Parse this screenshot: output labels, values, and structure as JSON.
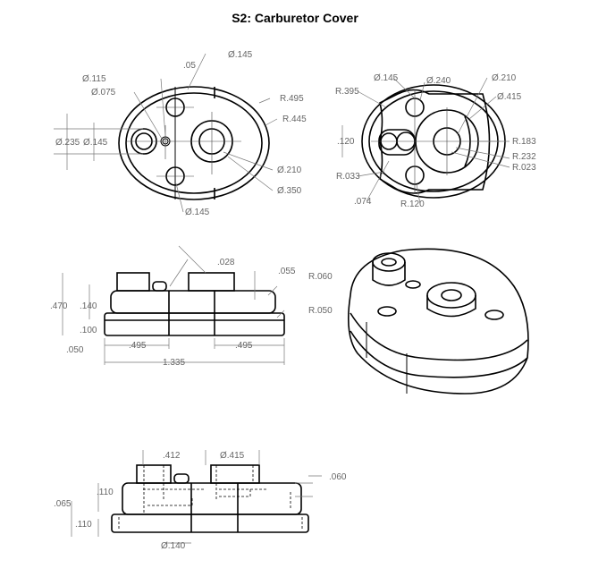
{
  "title": "S2: Carburetor Cover",
  "views": {
    "top_view": {
      "labels": [
        "Ø.145",
        ".05",
        "Ø.115",
        "Ø.075",
        "R.495",
        "R.445",
        "Ø.235",
        "Ø.145",
        "Ø.210",
        "Ø.350",
        "Ø.145"
      ]
    },
    "bottom_plan_view": {
      "labels": [
        "Ø.145",
        "Ø.240",
        "Ø.210",
        "Ø.415",
        "R.395",
        ".120",
        "R.183",
        "R.232",
        "R.023",
        "R.033",
        ".074",
        "R.120"
      ]
    },
    "front_view": {
      "labels": [
        ".028",
        ".055",
        "R.060",
        "R.050",
        ".470",
        ".140",
        ".100",
        ".050",
        ".495",
        ".495",
        "1.335"
      ]
    },
    "isometric_view": {},
    "section_view": {
      "labels": [
        ".412",
        "Ø.415",
        ".060",
        ".110",
        ".065",
        ".110",
        "Ø.140"
      ]
    }
  }
}
